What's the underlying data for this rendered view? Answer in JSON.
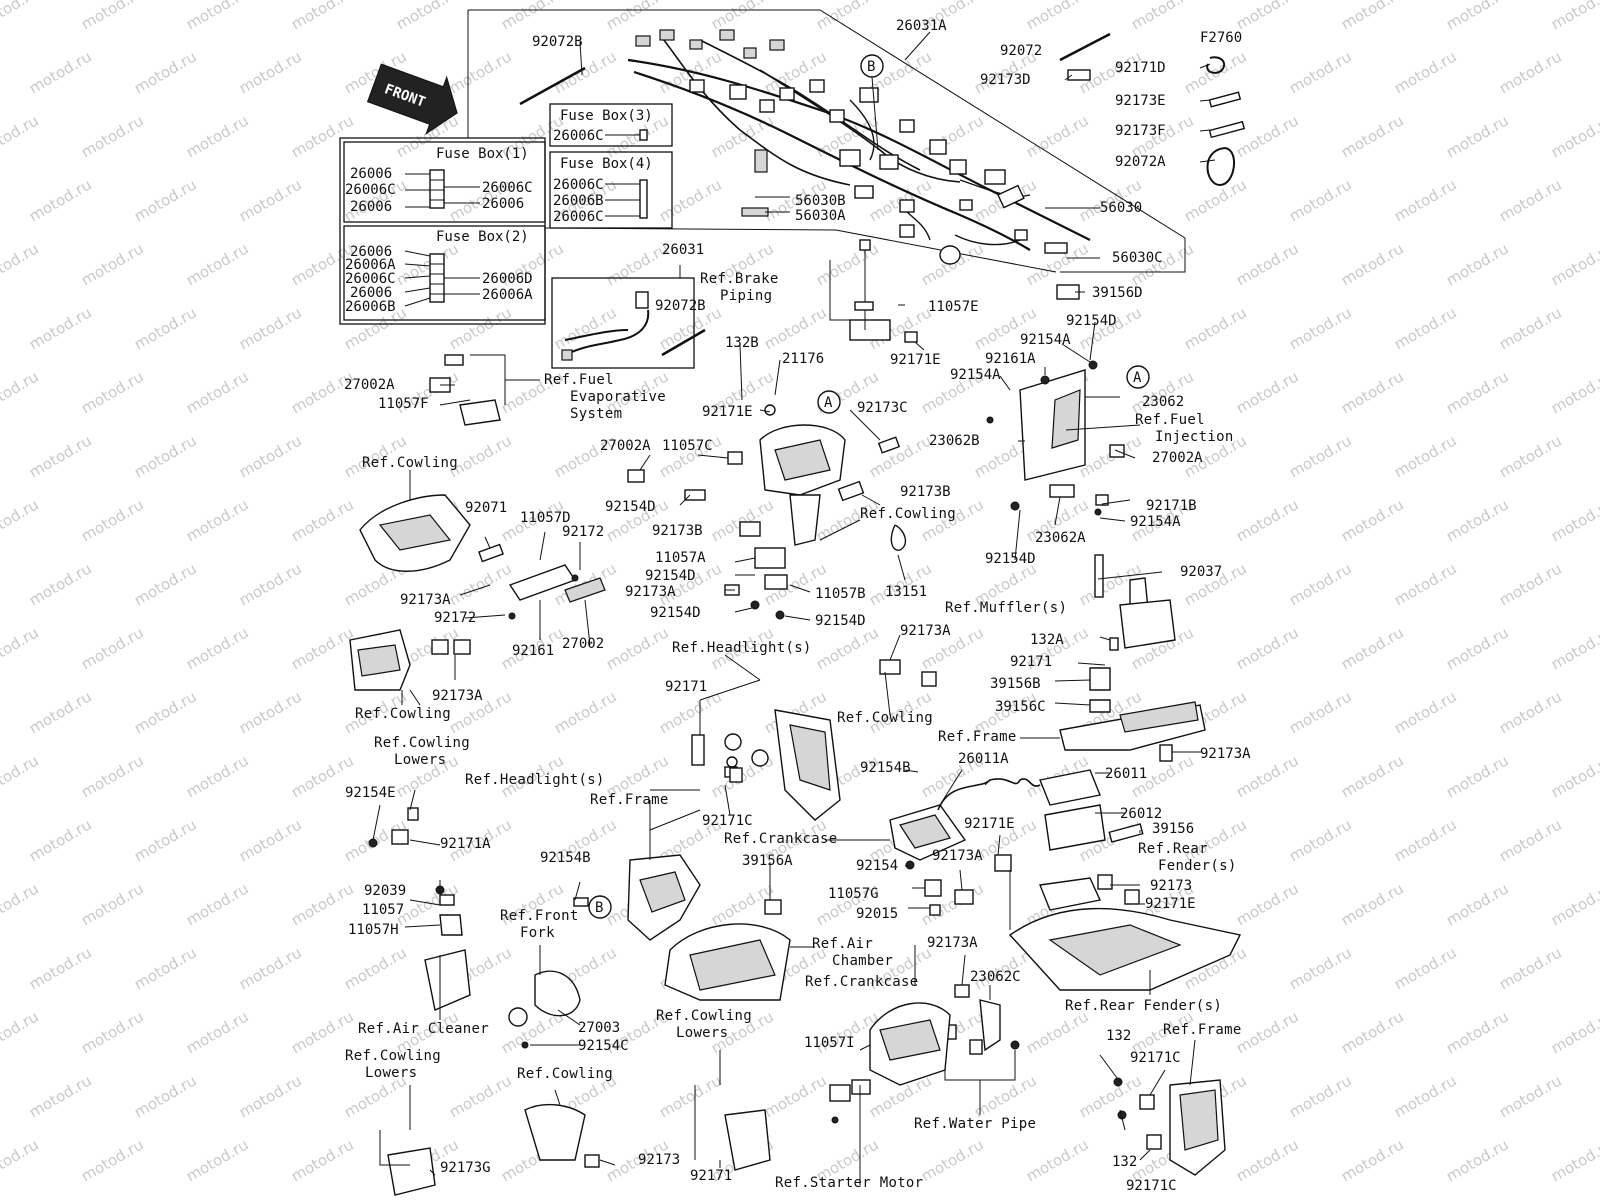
{
  "watermark": "motod.ru",
  "front_label": "FRONT",
  "fuse_boxes": {
    "box1": {
      "title": "Fuse Box(1)",
      "left": [
        "26006",
        "26006C",
        "26006"
      ],
      "right": [
        "26006C",
        "26006"
      ]
    },
    "box2": {
      "title": "Fuse Box(2)",
      "left": [
        "26006",
        "26006A",
        "26006C",
        "26006",
        "26006B"
      ],
      "right": [
        "26006D",
        "26006A"
      ]
    },
    "box3": {
      "title": "Fuse Box(3)",
      "items": [
        "26006C"
      ]
    },
    "box4": {
      "title": "Fuse Box(4)",
      "items": [
        "26006C",
        "26006B",
        "26006C"
      ]
    }
  },
  "circle_markers": {
    "a": "A",
    "b": "B"
  },
  "refs": {
    "brake_piping": [
      "Ref.Brake",
      "Piping"
    ],
    "fuel_evap": [
      "Ref.Fuel",
      "Evaporative",
      "System"
    ],
    "fuel_injection": [
      "Ref.Fuel",
      "Injection"
    ],
    "cowling": "Ref.Cowling",
    "muffler": "Ref.Muffler(s)",
    "headlight": "Ref.Headlight(s)",
    "frame": "Ref.Frame",
    "cowling_lowers": [
      "Ref.Cowling",
      "Lowers"
    ],
    "crankcase": "Ref.Crankcase",
    "rear_fender": [
      "Ref.Rear",
      "Fender(s)"
    ],
    "rear_fender_one": "Ref.Rear Fender(s)",
    "front_fork": [
      "Ref.Front",
      "Fork"
    ],
    "air_chamber": [
      "Ref.Air",
      "Chamber"
    ],
    "air_cleaner": "Ref.Air Cleaner",
    "water_pipe": "Ref.Water Pipe",
    "starter_motor": "Ref.Starter Motor"
  },
  "parts": {
    "p26031A": "26031A",
    "p92072B": "92072B",
    "p92072": "92072",
    "pF2760": "F2760",
    "p92173D": "92173D",
    "p92171D": "92171D",
    "p92173E": "92173E",
    "p92173F": "92173F",
    "p92072A": "92072A",
    "p56030B": "56030B",
    "p56030A": "56030A",
    "p56030": "56030",
    "p56030C": "56030C",
    "p39156D": "39156D",
    "p26031": "26031",
    "p11057E": "11057E",
    "p92154D": "92154D",
    "p92154A": "92154A",
    "p92161A": "92161A",
    "p23062": "23062",
    "p132B": "132B",
    "p21176": "21176",
    "p27002A": "27002A",
    "p11057F": "11057F",
    "p92171E": "92171E",
    "p92173C": "92173C",
    "p23062B": "23062B",
    "p11057C": "11057C",
    "p92173B": "92173B",
    "p92171B": "92171B",
    "p23062A": "23062A",
    "p92071": "92071",
    "p11057D": "11057D",
    "p92172": "92172",
    "p11057A": "11057A",
    "p92173A": "92173A",
    "p11057B": "11057B",
    "p13151": "13151",
    "p92037": "92037",
    "p92161": "92161",
    "p27002": "27002",
    "p132A": "132A",
    "p92171": "92171",
    "p39156B": "39156B",
    "p39156C": "39156C",
    "p92154B": "92154B",
    "p26011A": "26011A",
    "p26011": "26011",
    "p26012": "26012",
    "p39156": "39156",
    "p92154E": "92154E",
    "p92171A": "92171A",
    "p92171C": "92171C",
    "p39156A": "39156A",
    "p92154": "92154",
    "p92173": "92173",
    "p92039": "92039",
    "p11057": "11057",
    "p11057H": "11057H",
    "p11057G": "11057G",
    "p92015": "92015",
    "p23062C": "23062C",
    "p27003": "27003",
    "p92154C": "92154C",
    "p11057I": "11057I",
    "p132": "132",
    "p92173G": "92173G"
  }
}
